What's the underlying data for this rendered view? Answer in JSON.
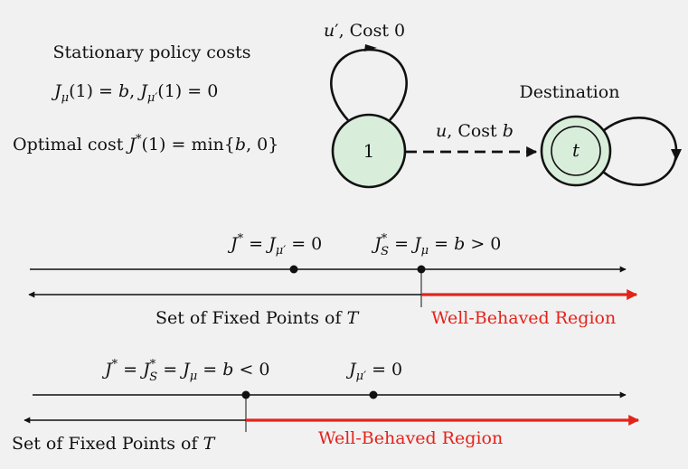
{
  "top_left": {
    "heading": "Stationary policy costs",
    "costs_parts": [
      "J",
      "μ",
      "(1) = ",
      "b",
      ", ",
      "J",
      "μ′",
      "(1) = 0"
    ],
    "optimal_parts": [
      "Optimal cost ",
      "J",
      "*",
      "(1) = min{",
      "b",
      ", 0}"
    ]
  },
  "graph": {
    "self_loop_label_parts": [
      "u",
      "′, Cost 0"
    ],
    "node1_label": "1",
    "edge_label_parts": [
      "u",
      ", Cost ",
      "b"
    ],
    "destination_title": "Destination",
    "destination_node_label": "t"
  },
  "case1": {
    "label_left_parts": [
      "J",
      "*",
      " = ",
      "J",
      "μ′",
      " = 0"
    ],
    "label_right_parts": [
      "J",
      "*",
      "S",
      " = ",
      "J",
      "μ",
      " = ",
      "b",
      " > 0"
    ],
    "fixed_points_parts": [
      "Set of Fixed Points of ",
      "T"
    ],
    "well_behaved": "Well-Behaved Region"
  },
  "case2": {
    "label_left_parts": [
      "J",
      "*",
      " = ",
      "J",
      "*",
      "S",
      " = ",
      "J",
      "μ",
      " = ",
      "b",
      " < 0"
    ],
    "label_right_parts": [
      "J",
      "μ′",
      " = 0"
    ],
    "fixed_points_parts": [
      "Set of Fixed Points of ",
      "T"
    ],
    "well_behaved": "Well-Behaved Region"
  },
  "colors": {
    "node_fill": "#d9eddb",
    "arrow": "#111111",
    "red_region": "#e3231b",
    "background": "#f1f1f1"
  }
}
